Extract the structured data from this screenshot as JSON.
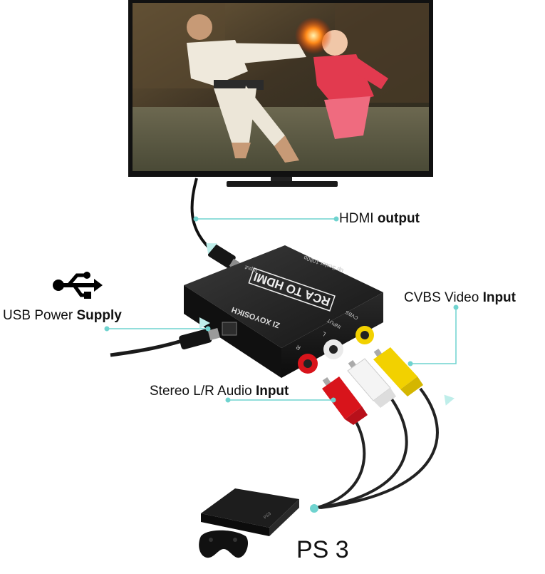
{
  "labels": {
    "hdmi": {
      "normal": "HDMI ",
      "bold": "output"
    },
    "usb": {
      "normal": "USB Power ",
      "bold": "Supply"
    },
    "cvbs": {
      "normal": "CVBS Video ",
      "bold": "Input"
    },
    "audio": {
      "normal": "Stereo L/R Audio ",
      "bold": "Input"
    }
  },
  "console": "PS 3",
  "device": {
    "title": "RCA TO HDMI",
    "brand": "ZI XOYOSIKH",
    "input": "INPUT",
    "cvbs": "CVBS",
    "left": "L",
    "right": "R",
    "top_text": "up Scaler 1080p",
    "port_label": "Input"
  },
  "colors": {
    "leader": "#6fd3cf",
    "video_rca": "#f2d100",
    "audio_left": "#f4f4f4",
    "audio_right": "#d8141b",
    "device_body": "#1c1c1c"
  }
}
